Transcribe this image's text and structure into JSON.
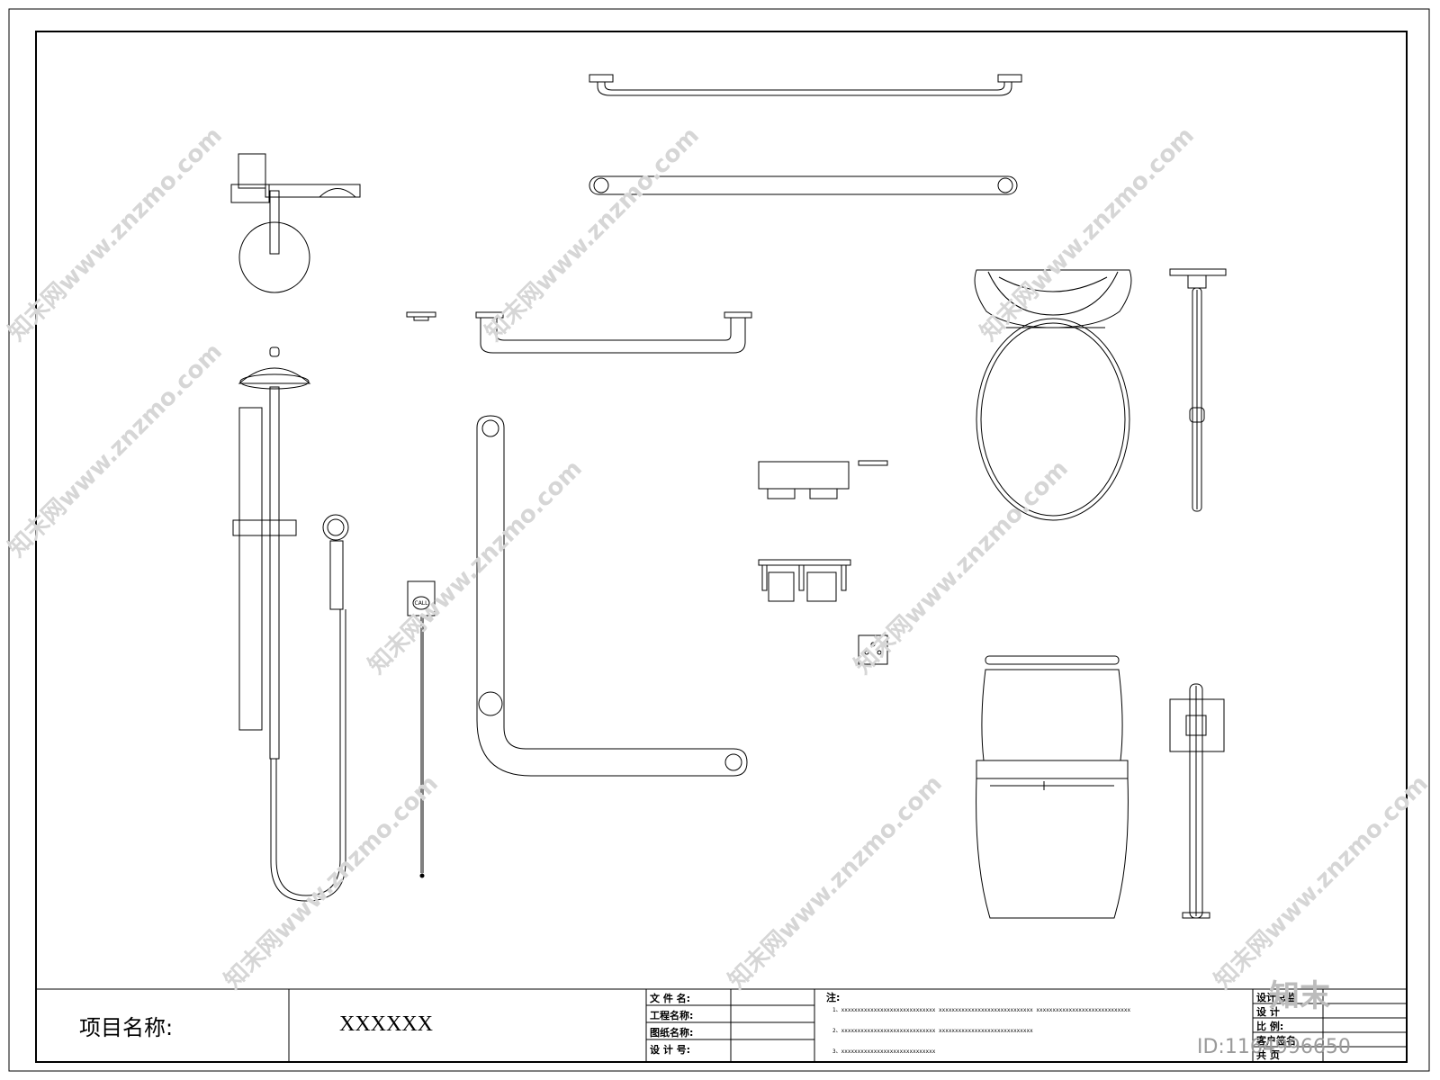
{
  "title_block": {
    "project_label": "项目名称:",
    "project_value": "XXXXXX",
    "fields": [
      "文 件 名:",
      "工程名称:",
      "图纸名称:",
      "设 计 号:"
    ],
    "notes_heading": "注:",
    "notes": [
      "1、xxxxxxxxxxxxxxxxxxxxxxxxxxxxx   xxxxxxxxxxxxxxxxxxxxxxxxxxxxx   xxxxxxxxxxxxxxxxxxxxxxxxxxxxx",
      "2、xxxxxxxxxxxxxxxxxxxxxxxxxxxxx   xxxxxxxxxxxxxxxxxxxxxxxxxxxxx",
      "3、xxxxxxxxxxxxxxxxxxxxxxxxxxxxx"
    ],
    "right_labels": [
      "设计总监",
      "设  计",
      "比  例:",
      "客户签名",
      "共    页"
    ]
  },
  "drawing": {
    "call_button_label": "CALL"
  },
  "watermark": {
    "text": "知末网www.znzmo.com",
    "logo": "知末",
    "id": "ID:1164996650"
  },
  "colors": {
    "line": "#000000",
    "watermark": "#d6d6d6"
  }
}
